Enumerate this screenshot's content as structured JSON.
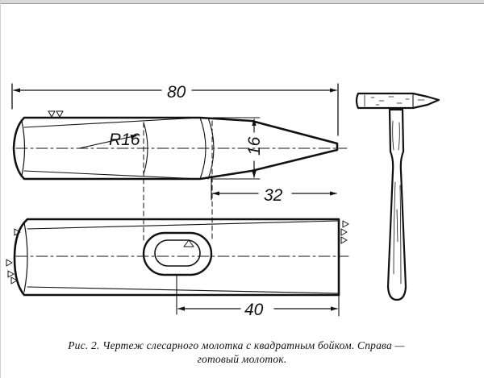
{
  "figure": {
    "dimensions": {
      "length": "80",
      "radius": "R16",
      "height": "16",
      "taper": "32",
      "eye_offset": "40"
    },
    "caption": {
      "line1": "Рис. 2. Чертеж слесарного молотка с квадратным бойком. Справа —",
      "line2": "готовый молоток."
    }
  }
}
